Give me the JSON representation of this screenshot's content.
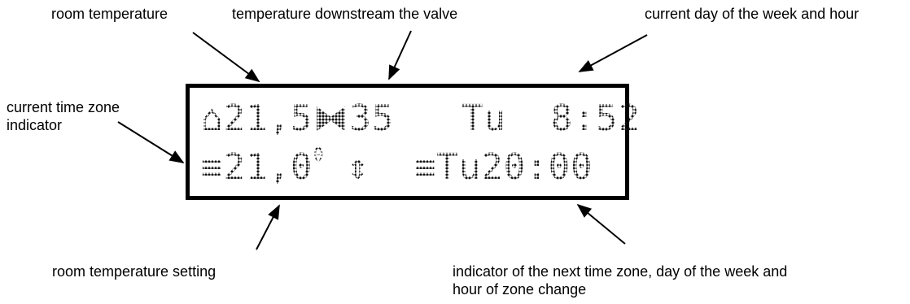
{
  "labels": {
    "room_temperature": "room temperature",
    "valve_temperature": "temperature downstream the valve",
    "current_day_hour": "current day of the week and hour",
    "zone_indicator": "current time zone indicator",
    "temperature_setting": "room temperature setting",
    "next_zone": "indicator of the next time zone, day of the week and hour of zone change"
  },
  "display": {
    "line1": {
      "room_icon": "house-icon",
      "room_temp": "21,5",
      "valve_icon": "valve-icon",
      "valve_temp": "35",
      "day": "Tu",
      "time": "8:52"
    },
    "line2": {
      "zone_icon": "zone-bars-icon",
      "setting": "21,0",
      "setting_sup": "0",
      "adjust_icon": "up-down-icon",
      "next_zone_icon": "zone-bars-icon",
      "next_day": "Tu",
      "next_time": "20:00"
    }
  },
  "colors": {
    "text": "#000000",
    "background": "#ffffff"
  }
}
